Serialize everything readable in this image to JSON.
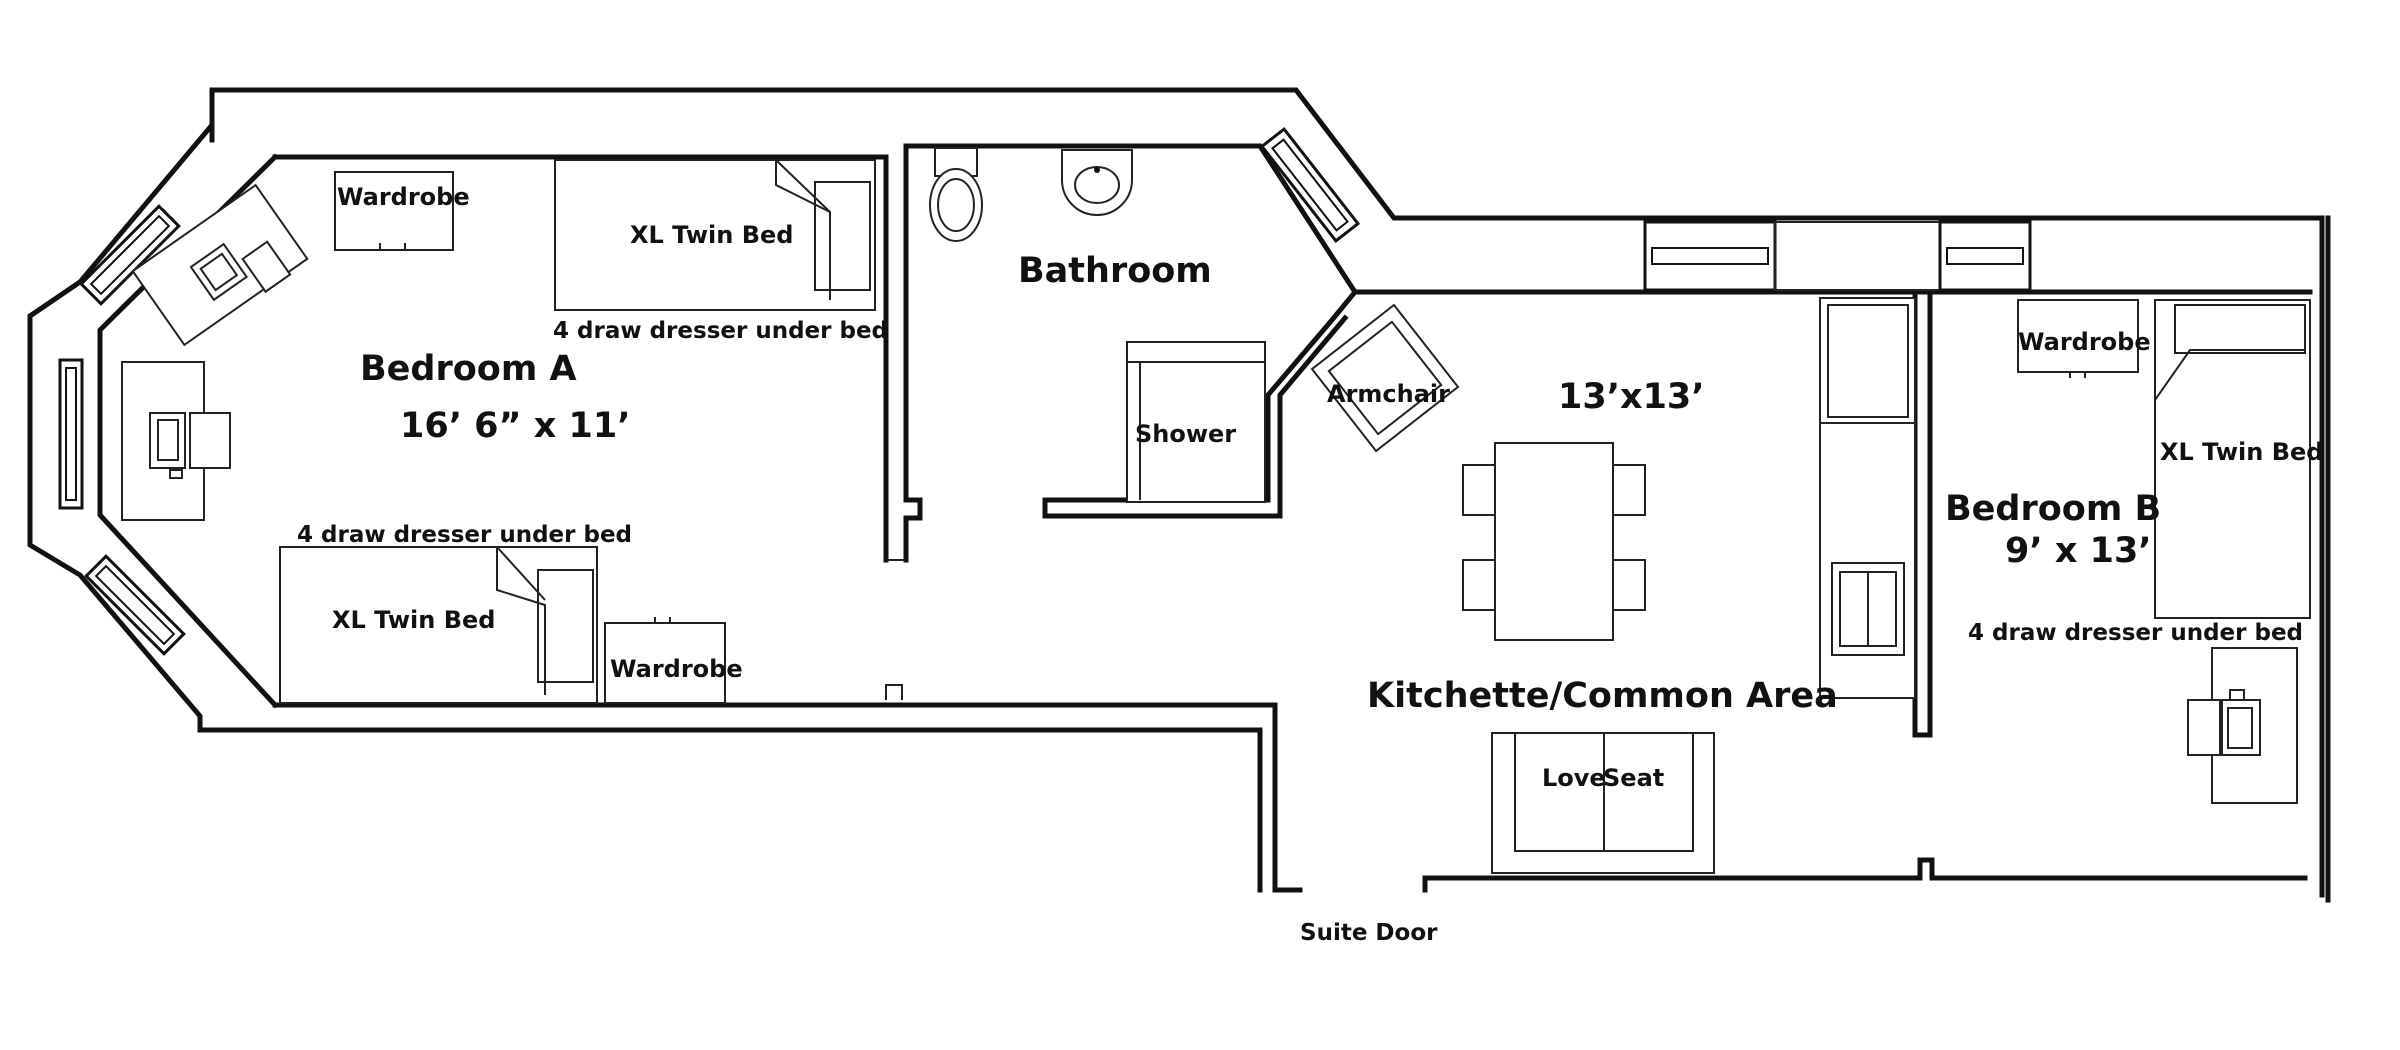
{
  "rooms": {
    "bedroom_a": {
      "name": "Bedroom A",
      "dimensions": "16’ 6” x 11’"
    },
    "bathroom": {
      "name": "Bathroom"
    },
    "common": {
      "name": "Kitchette/Common Area",
      "dimensions": "13’x13’"
    },
    "bedroom_b": {
      "name": "Bedroom B",
      "dimensions": "9’ x 13’"
    }
  },
  "furniture": {
    "wardrobe": "Wardrobe",
    "xl_twin_bed": "XL Twin Bed",
    "dresser_under_bed": "4 draw dresser under bed",
    "shower": "Shower",
    "armchair": "Armchair",
    "love_seat_left": "Love",
    "love_seat_right": "Seat"
  },
  "entrance": {
    "suite_door": "Suite Door"
  }
}
